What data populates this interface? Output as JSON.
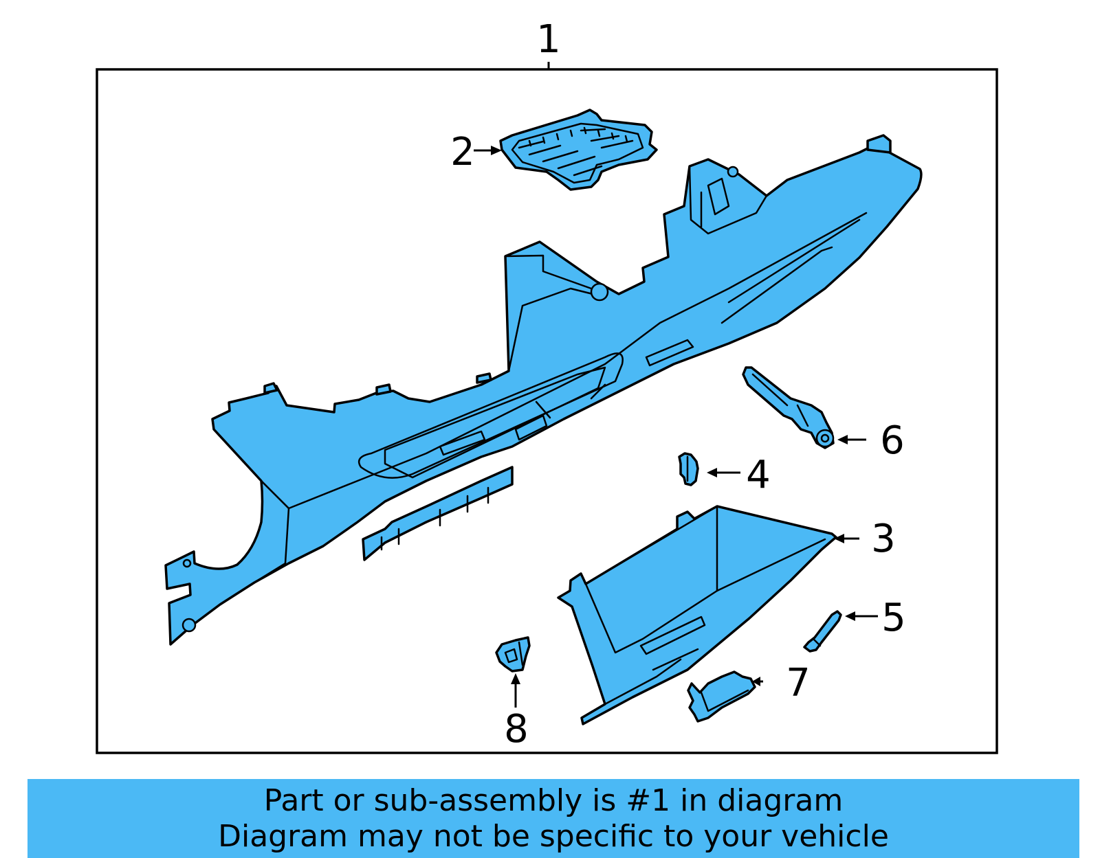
{
  "colors": {
    "part_fill": "#4bb9f5",
    "banner_bg": "#4bb9f5",
    "line": "#000000",
    "background": "#ffffff"
  },
  "callouts": [
    "1",
    "2",
    "3",
    "4",
    "5",
    "6",
    "7",
    "8"
  ],
  "banner": {
    "line1": "Part or sub-assembly is #1 in diagram",
    "line2": "Diagram may not be specific to your vehicle"
  }
}
